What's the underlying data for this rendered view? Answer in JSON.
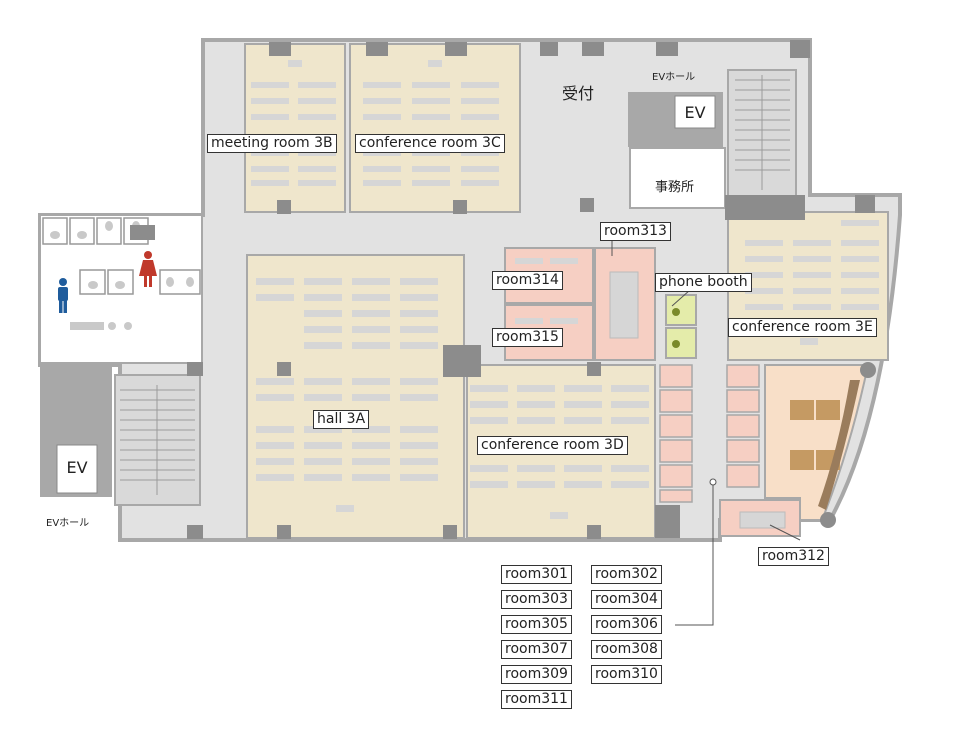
{
  "rooms": {
    "meeting_3b": "meeting room 3B",
    "conference_3c": "conference room 3C",
    "hall_3a": "hall 3A",
    "conference_3d": "conference room 3D",
    "conference_3e": "conference room 3E",
    "phone_booth": "phone booth",
    "room313": "room313",
    "room314": "room314",
    "room315": "room315",
    "room312": "room312"
  },
  "facilities": {
    "reception": "受付",
    "office": "事務所",
    "ev": "EV",
    "ev_hall": "EVホール"
  },
  "room_list": [
    "room301",
    "room302",
    "room303",
    "room304",
    "room305",
    "room306",
    "room307",
    "room308",
    "room309",
    "room310",
    "room311"
  ],
  "colors": {
    "room_beige": "#efe6cc",
    "corridor_gray": "#e2e2e2",
    "wall_gray": "#a8a8a8",
    "pink_room": "#f6cfc3",
    "green_booth": "#e4ecaa",
    "orange_room": "#f8dfc8",
    "male_icon": "#1f5c9c",
    "female_icon": "#c0392b"
  },
  "icons": [
    "male-restroom-icon",
    "female-restroom-icon",
    "toilet-icon",
    "stairs-icon",
    "elevator-icon"
  ]
}
